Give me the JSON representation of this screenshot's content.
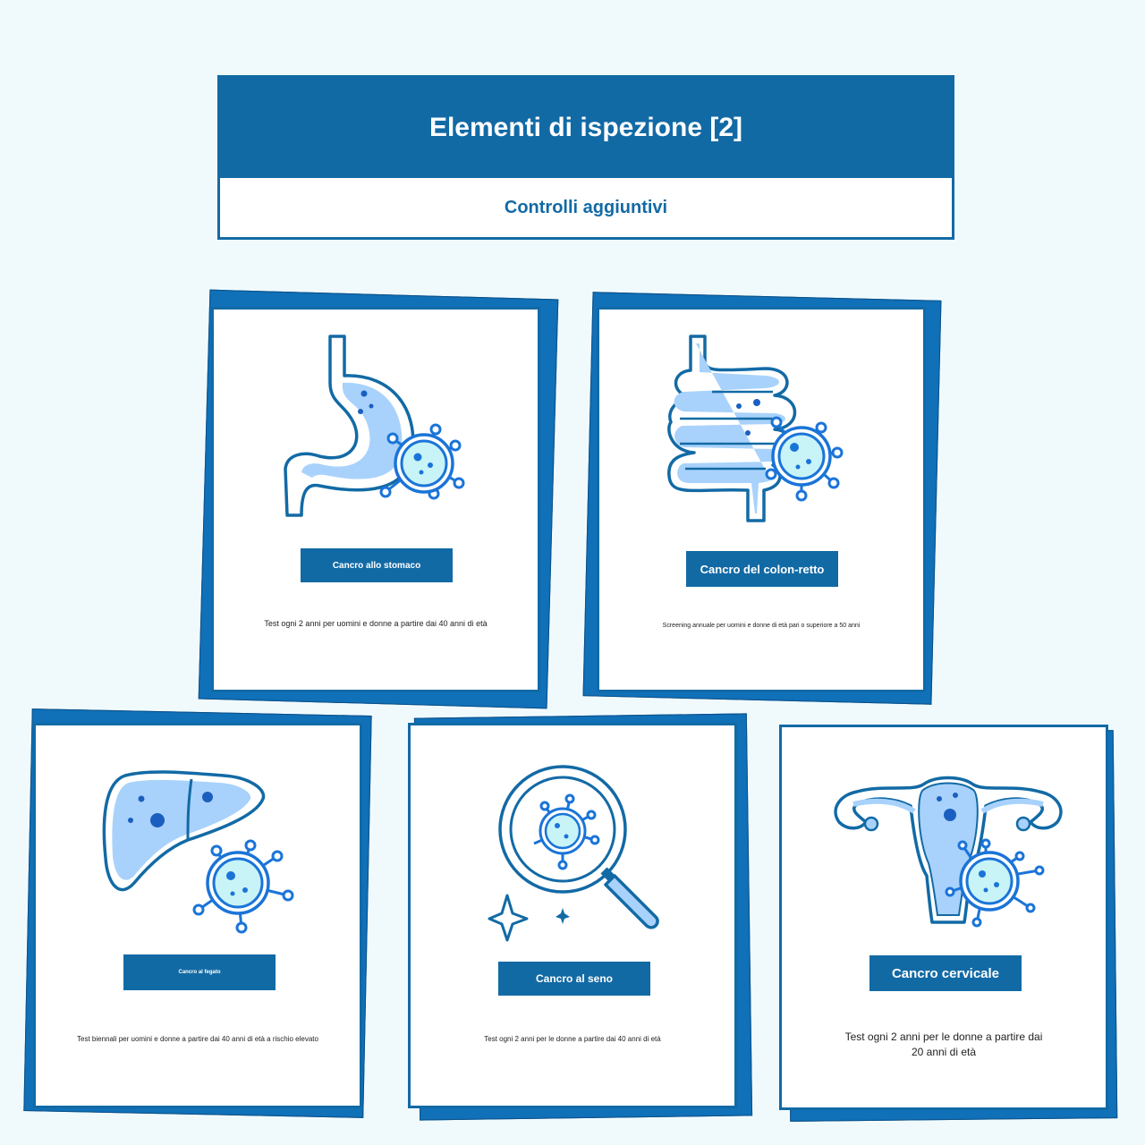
{
  "header": {
    "title": "Elementi di ispezione [2]",
    "subtitle": "Controlli aggiuntivi"
  },
  "colors": {
    "primary": "#126aa5",
    "light_fill": "#a8d2fb",
    "cyan_fill": "#c8f3f7",
    "background": "#f0fafd"
  },
  "cards": [
    {
      "icon": "stomach-virus-icon",
      "label": "Cancro allo stomaco",
      "desc": "Test ogni 2 anni per uomini e donne a partire dai 40 anni di età"
    },
    {
      "icon": "intestine-virus-icon",
      "label": "Cancro del colon-retto",
      "desc": "Screening annuale per uomini e donne di età pari o superiore a 50 anni"
    },
    {
      "icon": "liver-virus-icon",
      "label": "Cancro al fegato",
      "desc": "Test biennali per uomini e donne a partire dai 40 anni di età a rischio elevato"
    },
    {
      "icon": "magnifier-virus-icon",
      "label": "Cancro al seno",
      "desc": "Test ogni 2 anni per le donne a partire dai 40 anni di età"
    },
    {
      "icon": "uterus-virus-icon",
      "label": "Cancro cervicale",
      "desc": "Test ogni 2 anni per le donne a partire dai 20 anni di età"
    }
  ]
}
